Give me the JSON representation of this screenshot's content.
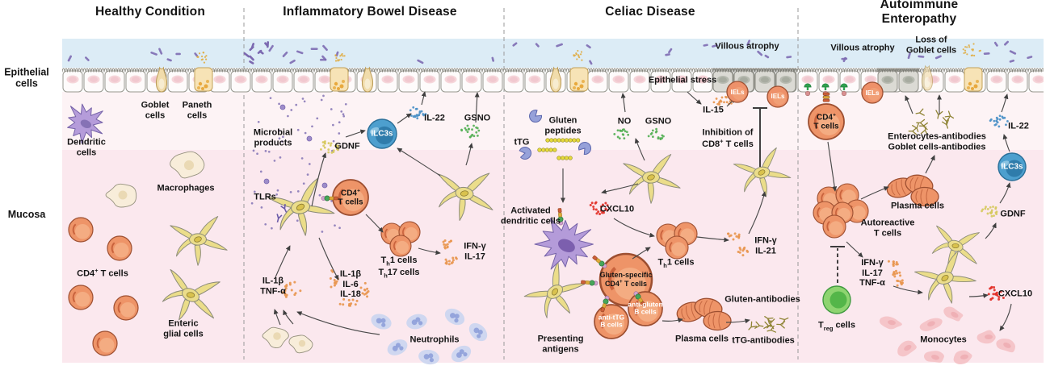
{
  "rows": {
    "epithelial": "Epithelial\ncells",
    "mucosa": "Mucosa"
  },
  "p1": {
    "title": "Healthy  Condition",
    "goblet": "Goblet\ncells",
    "paneth": "Paneth\ncells",
    "dendritic": "Dendritic\ncells",
    "macrophages": "Macrophages",
    "cd4": {
      "pre": "CD4",
      "sup": "+",
      "post": " T cells"
    },
    "enteric_glial": "Enteric\nglial cells"
  },
  "p2": {
    "title": "Inflammatory Bowel Disease",
    "microbial": "Microbial\nproducts",
    "gdnf": "GDNF",
    "ilc3s": "ILC3s",
    "il22": "IL-22",
    "gsno": "GSNO",
    "tlrs": "TLRs",
    "cd4": {
      "pre": "CD4",
      "sup": "+",
      "post": "T cells"
    },
    "th1": {
      "pre": "T",
      "sub": "h",
      "post": "1 cells"
    },
    "th17": {
      "pre": "T",
      "sub": "h",
      "post": "17 cells"
    },
    "ifng_il17": "IFN-γ\nIL-17",
    "il1b_tnfa": "IL-1β\nTNF-α",
    "il1b_il6_il18": "IL-1β\nIL-6\nIL-18",
    "neutrophils": "Neutrophils"
  },
  "p3": {
    "title": "Celiac Disease",
    "gluten_peptides": "Gluten\npeptides",
    "ttg": "tTG",
    "no": "NO",
    "gsno": "GSNO",
    "epithelial_stress": "Epithelial stress",
    "villous_atrophy": "Villous atrophy",
    "iels": "IELs",
    "il15": "IL-15",
    "inhibition_line1": "Inhibition of",
    "inhibition_line2": {
      "pre": "CD8",
      "sup": "+",
      "post": " T cells"
    },
    "activated_dc": "Activated\ndendritic cells",
    "cxcl10": "CXCL10",
    "th1": {
      "pre": "T",
      "sub": "h",
      "post": "1 cells"
    },
    "gluten_specific_line1": "Gluten-specific",
    "gluten_specific_line2": {
      "pre": "CD4",
      "sup": "+",
      "post": " T cells"
    },
    "ifng_il21": "IFN-γ\nIL-21",
    "anti_ttg": "anti-tTG\nB cells",
    "anti_gluten": "anti-gluten\nB cells",
    "presenting": "Presenting\nantigens",
    "plasma": "Plasma cells",
    "gluten_ab": "Gluten-antibodies",
    "ttg_ab": "tTG-antibodies"
  },
  "p4": {
    "title": "Autoimmune Enteropathy",
    "villous_atrophy": "Villous atrophy",
    "loss_goblet": "Loss of\nGoblet cells",
    "iels": "IELs",
    "cd4": {
      "pre": "CD4",
      "sup": "+",
      "post": "T cells"
    },
    "entero_ab": "Enterocytes-antibodies\nGoblet cells-antibodies",
    "il22": "IL-22",
    "ilc3s": "ILC3s",
    "plasma": "Plasma cells",
    "autoreactive": "Autoreactive\nT cells",
    "gdnf": "GDNF",
    "cytokines": "IFN-γ\nIL-17\nTNF-α",
    "cxcl10": "CXCL10",
    "treg": {
      "pre": "T",
      "sub": "reg",
      "post": " cells"
    },
    "monocytes": "Monocytes"
  },
  "colors": {
    "lumen_blue": "#dcecf6",
    "mucosa_pink": "#fbe8ee",
    "mucosa_pink_top": "#fdf4f6",
    "t_cell_orange": "#ee9468",
    "t_cell_outline": "#9d4f31",
    "dendritic_purple": "#b59cda",
    "glial_yellow": "#ebdd8a",
    "ilc3_blue": "#4d9fce",
    "treg_green": "#8ed470",
    "neutrophil_blue": "#ccd6ef",
    "monocyte_pink": "#f5c5c9",
    "macrophage_cream": "#f8edda",
    "bacteria_purple": "#7b68b0",
    "cytokine_orange": "#e8964f",
    "cxcl10_red": "#e23028",
    "green_dots": "#55b055",
    "blue_dots": "#4a90c7",
    "gdnf_yellow": "#d6c95e",
    "antibody_olive": "#8f8435",
    "gluten_yellow": "#e6da3d"
  }
}
